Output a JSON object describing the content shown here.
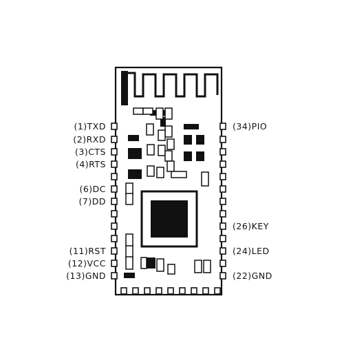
{
  "colors": {
    "ink": "#111111",
    "background": "#ffffff"
  },
  "left_pins": [
    {
      "label": "(1)TXD"
    },
    {
      "label": "(2)RXD"
    },
    {
      "label": "(3)CTS"
    },
    {
      "label": "(4)RTS"
    },
    {
      "label": "(6)DC"
    },
    {
      "label": "(7)DD"
    },
    {
      "label": "(11)RST"
    },
    {
      "label": "(12)VCC"
    },
    {
      "label": "(13)GND"
    }
  ],
  "right_pins": [
    {
      "label": "(34)PIO"
    },
    {
      "label": "(26)KEY"
    },
    {
      "label": "(24)LED"
    },
    {
      "label": "(22)GND"
    }
  ],
  "icons": [
    "antenna-icon",
    "chip-icon"
  ]
}
